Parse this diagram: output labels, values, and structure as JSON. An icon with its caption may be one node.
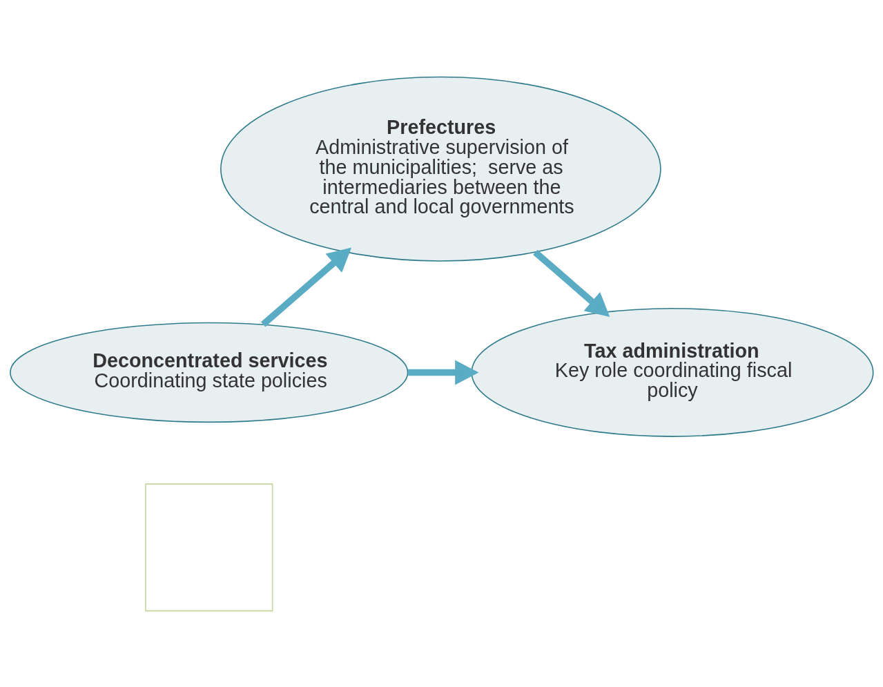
{
  "diagram": {
    "nodes": [
      {
        "text": [
          "Prefectures",
          "Administrative supervision of the municipalities;  serve as intermediaries between the central and local governments"
        ]
      },
      {
        "text": [
          "Tax administration",
          "Key role coordinating fiscal policy"
        ]
      },
      {
        "text": [
          "Deconcentrated services",
          "Coordinating state policies"
        ]
      },
      {
        "text": [],
        "shape": "box"
      }
    ],
    "edges": [
      {
        "from": 0,
        "to": 1,
        "arrow": "to"
      },
      {
        "from": 2,
        "to": 1,
        "arrow": "to"
      },
      {
        "from": 2,
        "to": 0,
        "arrow": "to"
      }
    ]
  }
}
